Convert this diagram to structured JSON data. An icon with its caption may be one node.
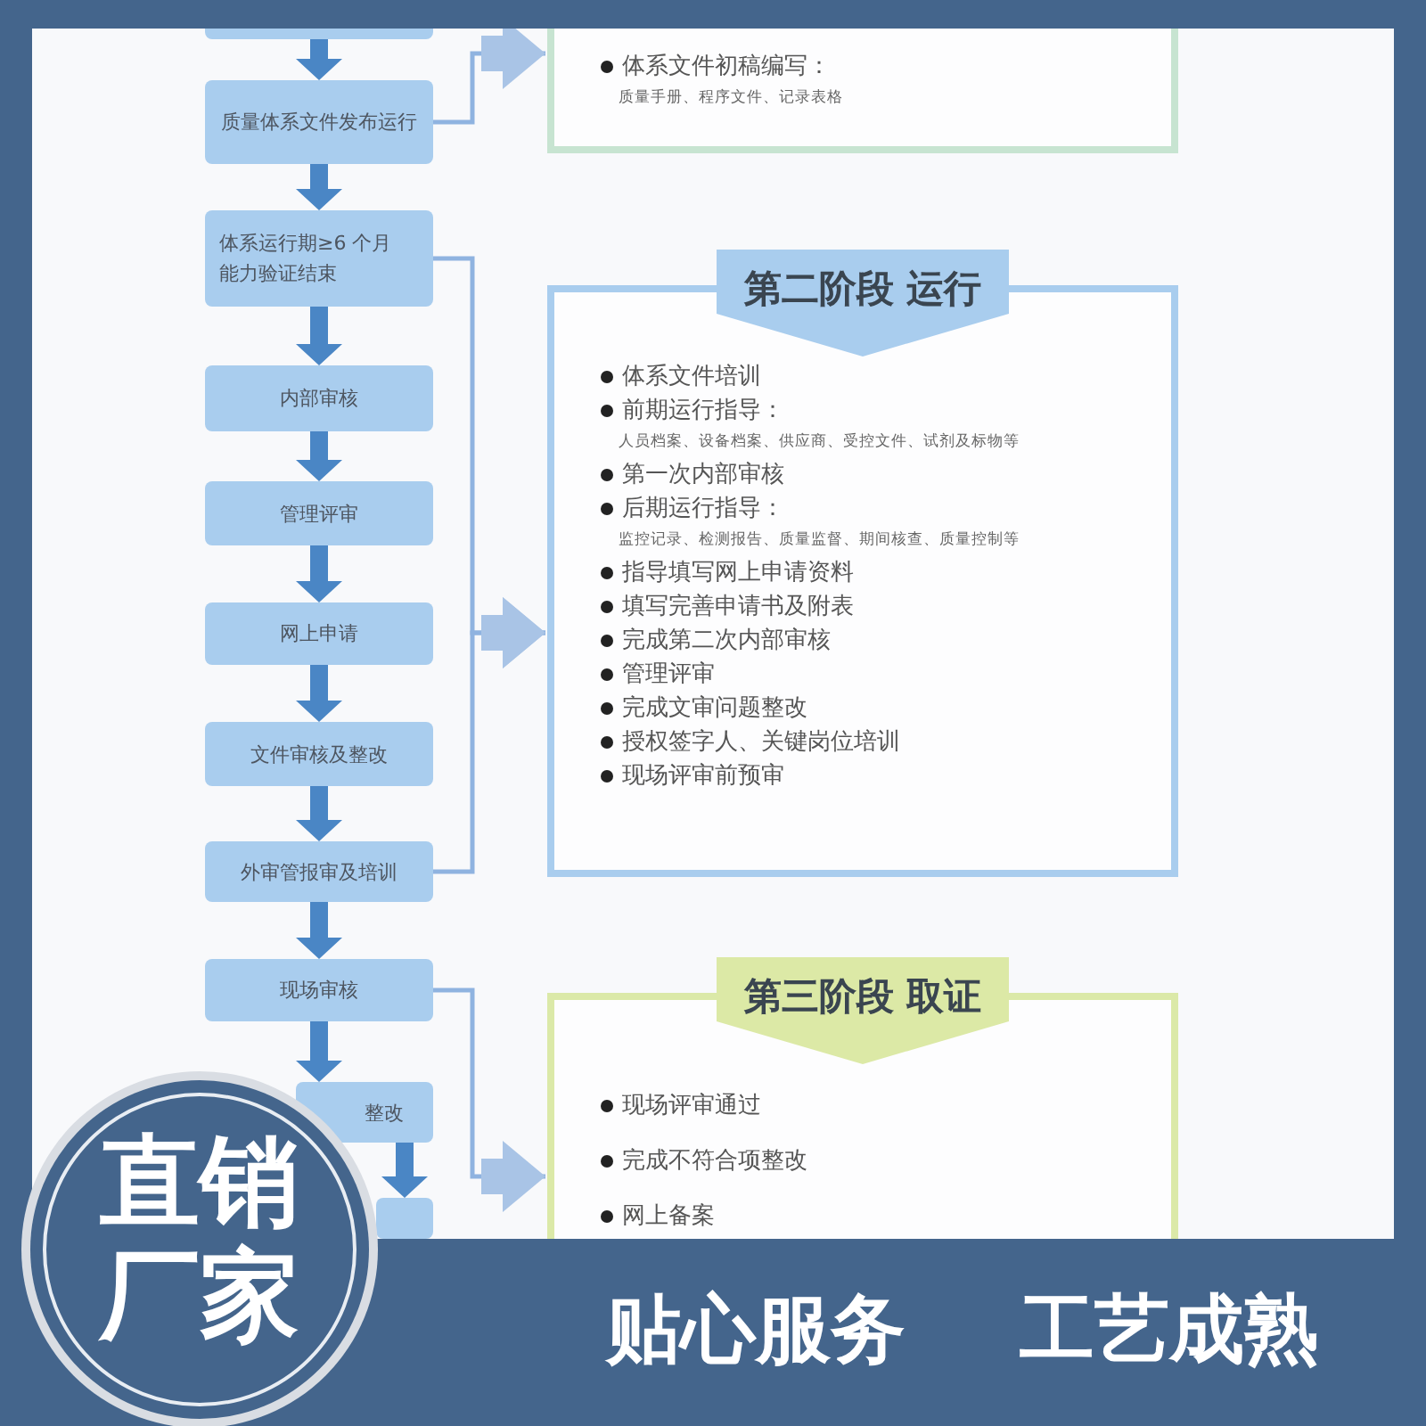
{
  "diagram": {
    "nodes": [
      {
        "text": [],
        "shape": "box"
      },
      {
        "text": [
          "质量体系文件发布运行"
        ]
      },
      {
        "text": [
          "体系运行期≥6 个月能力验证结束"
        ]
      },
      {
        "text": [
          "内部审核"
        ]
      },
      {
        "text": [
          "管理评审"
        ]
      },
      {
        "text": [
          "网上申请"
        ]
      },
      {
        "text": [
          "文件审核及整改"
        ]
      },
      {
        "text": [
          "外审管报审及培训"
        ]
      },
      {
        "text": [
          "现场审核"
        ]
      },
      {
        "text": [
          "整改"
        ]
      },
      {
        "text": [],
        "shape": "box"
      },
      {
        "text": [
          "体系文件初稿编写：",
          "质量手册、程序文件、记录表格"
        ]
      },
      {
        "text": [
          "第二阶段 运行",
          "体系文件培训",
          "前期运行指导：",
          "人员档案、设备档案、供应商、受控文件、试剂及标物等",
          "第一次内部审核",
          "后期运行指导：",
          "监控记录、检测报告、质量监督、期间核查、质量控制等",
          "指导填写网上申请资料",
          "填写完善申请书及附表",
          "完成第二次内部审核",
          "管理评审",
          "完成文审问题整改",
          "授权签字人、关键岗位培训",
          "现场评审前预审"
        ]
      },
      {
        "text": [
          "第三阶段 取证",
          "现场评审通过",
          "完成不符合项整改",
          "网上备案"
        ]
      },
      {
        "text": [
          "直销厂家"
        ]
      }
    ],
    "edges": [
      {
        "from": 0,
        "to": 1,
        "arrow": "to"
      },
      {
        "from": 1,
        "to": 2,
        "arrow": "to"
      },
      {
        "from": 2,
        "to": 3,
        "arrow": "to"
      },
      {
        "from": 3,
        "to": 4,
        "arrow": "to"
      },
      {
        "from": 4,
        "to": 5,
        "arrow": "to"
      },
      {
        "from": 5,
        "to": 6,
        "arrow": "to"
      },
      {
        "from": 6,
        "to": 7,
        "arrow": "to"
      },
      {
        "from": 7,
        "to": 8,
        "arrow": "to"
      },
      {
        "from": 8,
        "to": 9,
        "arrow": "to"
      },
      {
        "from": 9,
        "to": 10,
        "arrow": "to"
      },
      {
        "from": 1,
        "to": 11,
        "arrow": "to"
      },
      {
        "from": 2,
        "to": 12,
        "arrow": "to"
      },
      {
        "from": 7,
        "to": 12,
        "arrow": "to"
      },
      {
        "from": 8,
        "to": 13,
        "arrow": "to"
      }
    ],
    "labels": [
      "贴心服务",
      "工艺成熟"
    ]
  }
}
